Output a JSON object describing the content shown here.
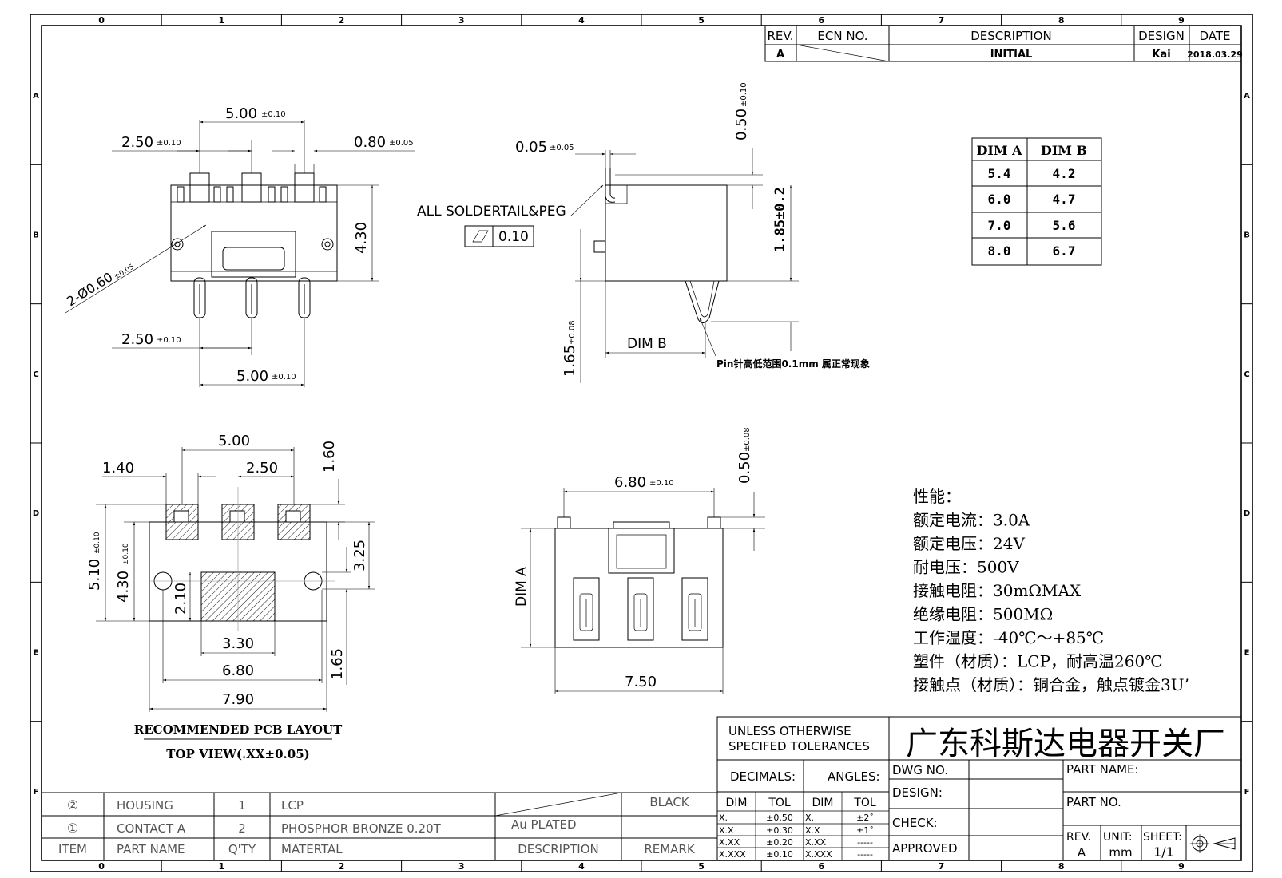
{
  "border": {
    "top_cols": [
      "0",
      "1",
      "2",
      "3",
      "4",
      "5",
      "6",
      "7",
      "8",
      "9"
    ],
    "rows": [
      "A",
      "B",
      "C",
      "D",
      "E",
      "F"
    ]
  },
  "revision": {
    "headers": {
      "rev": "REV.",
      "ecn": "ECN NO.",
      "desc": "DESCRIPTION",
      "design": "DESIGN",
      "date": "DATE"
    },
    "row": {
      "rev": "A",
      "desc": "INITIAL",
      "design": "Kai",
      "date": "2018.03.29"
    }
  },
  "top_view": {
    "dim_top": "5.00",
    "dim_top_tol": "±0.10",
    "dim_left": "2.50",
    "dim_left_tol": "±0.10",
    "dim_right": "0.80",
    "dim_right_tol": "±0.05",
    "dim_height": "4.30",
    "dim_hole": "2-Ø0.60",
    "dim_hole_tol": "±0.05",
    "dim_bottom_left": "2.50",
    "dim_bottom_left_tol": "±0.10",
    "dim_bottom": "5.00",
    "dim_bottom_tol": "±0.10"
  },
  "side_view": {
    "dim_top": "0.05",
    "dim_top_tol": "±0.05",
    "dim_vert_top": "0.50",
    "dim_vert_top_tol": "±0.10",
    "dim_height": "1.85±0.2",
    "callout": "ALL SOLDERTAIL&PEG",
    "flatness": "0.10",
    "dim_pin": "1.65",
    "dim_pin_tol": "±0.08",
    "dim_b": "DIM B",
    "pin_note": "Pin针高低范围0.1mm  属正常现象"
  },
  "dim_table": {
    "headers": [
      "DIM A",
      "DIM B"
    ],
    "rows": [
      [
        "5.4",
        "4.2"
      ],
      [
        "6.0",
        "4.7"
      ],
      [
        "7.0",
        "5.6"
      ],
      [
        "8.0",
        "6.7"
      ]
    ]
  },
  "pcb_layout": {
    "dim_500": "5.00",
    "dim_140": "1.40",
    "dim_250": "2.50",
    "dim_160": "1.60",
    "dim_510": "5.10",
    "dim_510_tol": "±0.10",
    "dim_430": "4.30",
    "dim_430_tol": "±0.10",
    "dim_210": "2.10",
    "dim_325": "3.25",
    "dim_330": "3.30",
    "dim_680": "6.80",
    "dim_165": "1.65",
    "dim_790": "7.90",
    "title1": "RECOMMENDED PCB LAYOUT",
    "title2": "TOP VIEW(.XX±0.05)"
  },
  "front_view": {
    "dim_top": "6.80",
    "dim_top_tol": "±0.10",
    "dim_vert": "0.50",
    "dim_vert_tol": "±0.08",
    "dim_a": "DIM A",
    "dim_bottom": "7.50"
  },
  "specs": [
    "性能：",
    "额定电流：3.0A",
    "额定电压：24V",
    "耐电压：500V",
    "接触电阻：30mΩMAX",
    "绝缘电阻：500MΩ",
    "工作温度：-40℃～+85℃",
    "塑件（材质）：LCP，耐高温260℃",
    "接触点（材质）：铜合金，触点镀金3U’"
  ],
  "bom": {
    "rows": [
      {
        "item": "②",
        "part": "HOUSING",
        "qty": "1",
        "material": "LCP",
        "desc": "",
        "remark": "BLACK"
      },
      {
        "item": "①",
        "part": "CONTACT A",
        "qty": "2",
        "material": "PHOSPHOR BRONZE 0.20T",
        "desc": "Au PLATED",
        "remark": ""
      }
    ],
    "headers": {
      "item": "ITEM",
      "part": "PART NAME",
      "qty": "Q'TY",
      "material": "MATERTAL",
      "desc": "DESCRIPTION",
      "remark": "REMARK"
    }
  },
  "title_block": {
    "tolerance_line1": "UNLESS OTHERWISE",
    "tolerance_line2": "SPECIFED TOLERANCES",
    "company": "广东科斯达电器开关厂",
    "decimals": "DECIMALS:",
    "angles": "ANGLES:",
    "dec_headers": [
      "DIM",
      "TOL"
    ],
    "ang_headers": [
      "DIM",
      "TOL"
    ],
    "dec_rows": [
      [
        "X.",
        "±0.50"
      ],
      [
        "X.X",
        "±0.30"
      ],
      [
        "X.XX",
        "±0.20"
      ],
      [
        "X.XXX",
        "±0.10"
      ]
    ],
    "ang_rows": [
      [
        "X.",
        "±2˚"
      ],
      [
        "X.X",
        "±1˚"
      ],
      [
        "X.XX",
        "-----"
      ],
      [
        "X.XXX",
        "-----"
      ]
    ],
    "dwg_no": "DWG NO.",
    "design": "DESIGN:",
    "check": "CHECK:",
    "approved": "APPROVED",
    "part_name": "PART NAME:",
    "part_no": "PART NO.",
    "rev_label": "REV.",
    "rev_value": "A",
    "unit_label": "UNIT:",
    "unit_value": "mm",
    "sheet_label": "SHEET:",
    "sheet_value": "1/1"
  }
}
